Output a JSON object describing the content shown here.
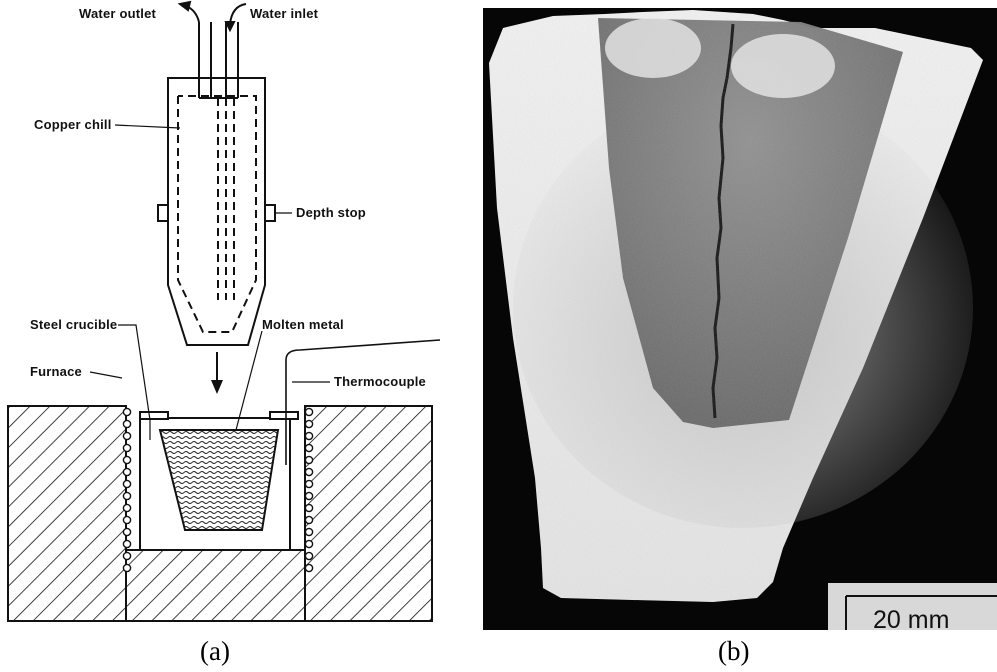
{
  "panel_a": {
    "labels": {
      "water_outlet": "Water outlet",
      "water_inlet": "Water inlet",
      "copper_chill": "Copper chill",
      "depth_stop": "Depth stop",
      "steel_crucible": "Steel crucible",
      "molten_metal": "Molten metal",
      "furnace": "Furnace",
      "thermocouple": "Thermocouple"
    },
    "caption": "(a)"
  },
  "panel_b": {
    "scale_bar_label": "20 mm",
    "caption": "(b)"
  }
}
